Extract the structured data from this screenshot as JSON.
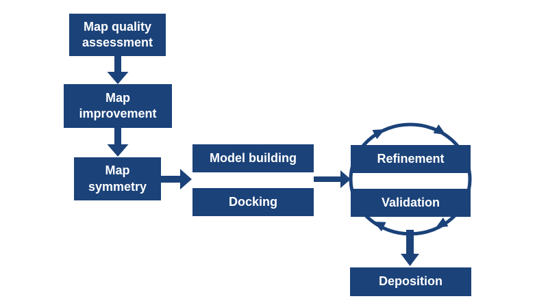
{
  "diagram": {
    "type": "flowchart",
    "boxes": {
      "map_quality": {
        "label": "Map quality assessment"
      },
      "map_improvement": {
        "label": "Map improvement"
      },
      "map_symmetry": {
        "label": "Map symmetry"
      },
      "model_building": {
        "label": "Model building"
      },
      "docking": {
        "label": "Docking"
      },
      "refinement": {
        "label": "Refinement"
      },
      "validation": {
        "label": "Validation"
      },
      "deposition": {
        "label": "Deposition"
      }
    },
    "edges": [
      {
        "from": "Map quality assessment",
        "to": "Map improvement"
      },
      {
        "from": "Map improvement",
        "to": "Map symmetry"
      },
      {
        "from": "Map symmetry",
        "to": "Model building / Docking"
      },
      {
        "from": "Model building / Docking",
        "to": "Refinement / Validation"
      },
      {
        "from": "Refinement / Validation",
        "to": "Deposition"
      }
    ],
    "cycle": {
      "nodes": [
        "Refinement",
        "Validation"
      ],
      "direction": "clockwise",
      "arrowheads": 4
    },
    "colors": {
      "box_fill": "#1b4279",
      "arrow": "#1b4279",
      "text": "#ffffff",
      "background": "#ffffff"
    }
  }
}
